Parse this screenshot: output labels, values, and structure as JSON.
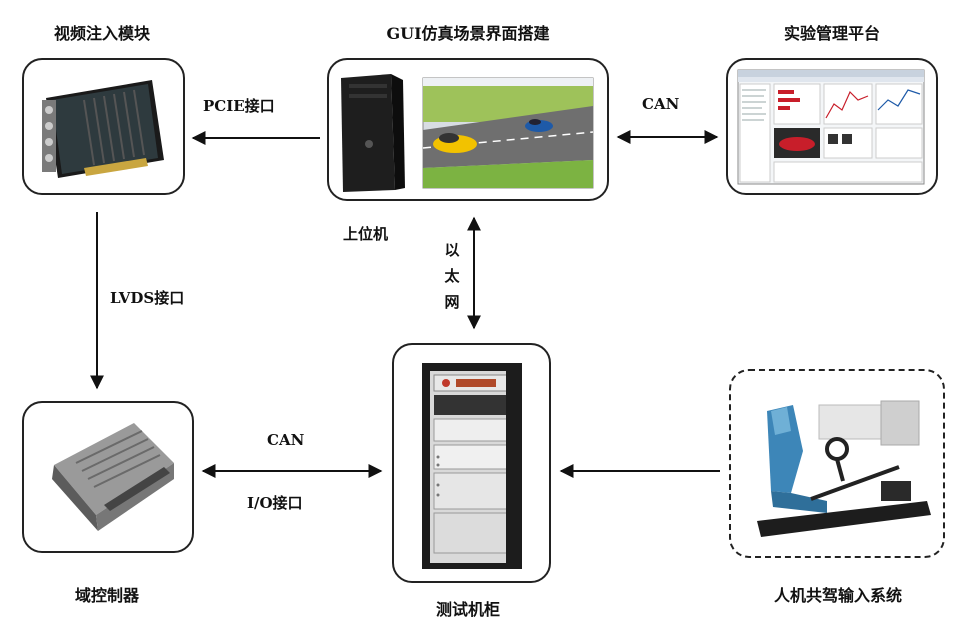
{
  "nodes": {
    "video": {
      "title": "视频注入模块"
    },
    "gui": {
      "title": "GUI仿真场景界面搭建",
      "sublabel": "上位机"
    },
    "platform": {
      "title": "实验管理平台"
    },
    "domain": {
      "title": "域控制器"
    },
    "cabinet": {
      "title": "测试机柜"
    },
    "hmi": {
      "title": "人机共驾输入系统"
    }
  },
  "edges": {
    "gui_video": "PCIE接口",
    "gui_platform": "CAN",
    "video_domain": "LVDS接口",
    "gui_cabinet_chars": [
      "以",
      "太",
      "网"
    ],
    "cabinet_domain_top": "CAN",
    "cabinet_domain_bottom": "I/O接口"
  },
  "colors": {
    "box_border": "#222222",
    "arrow": "#111111",
    "road": "#6f6f6f",
    "grass": "#7cb342",
    "car_yellow": "#f2c200",
    "car_blue": "#1e5aa8",
    "seat_blue": "#3d86b8",
    "car_red": "#c81e2a"
  }
}
